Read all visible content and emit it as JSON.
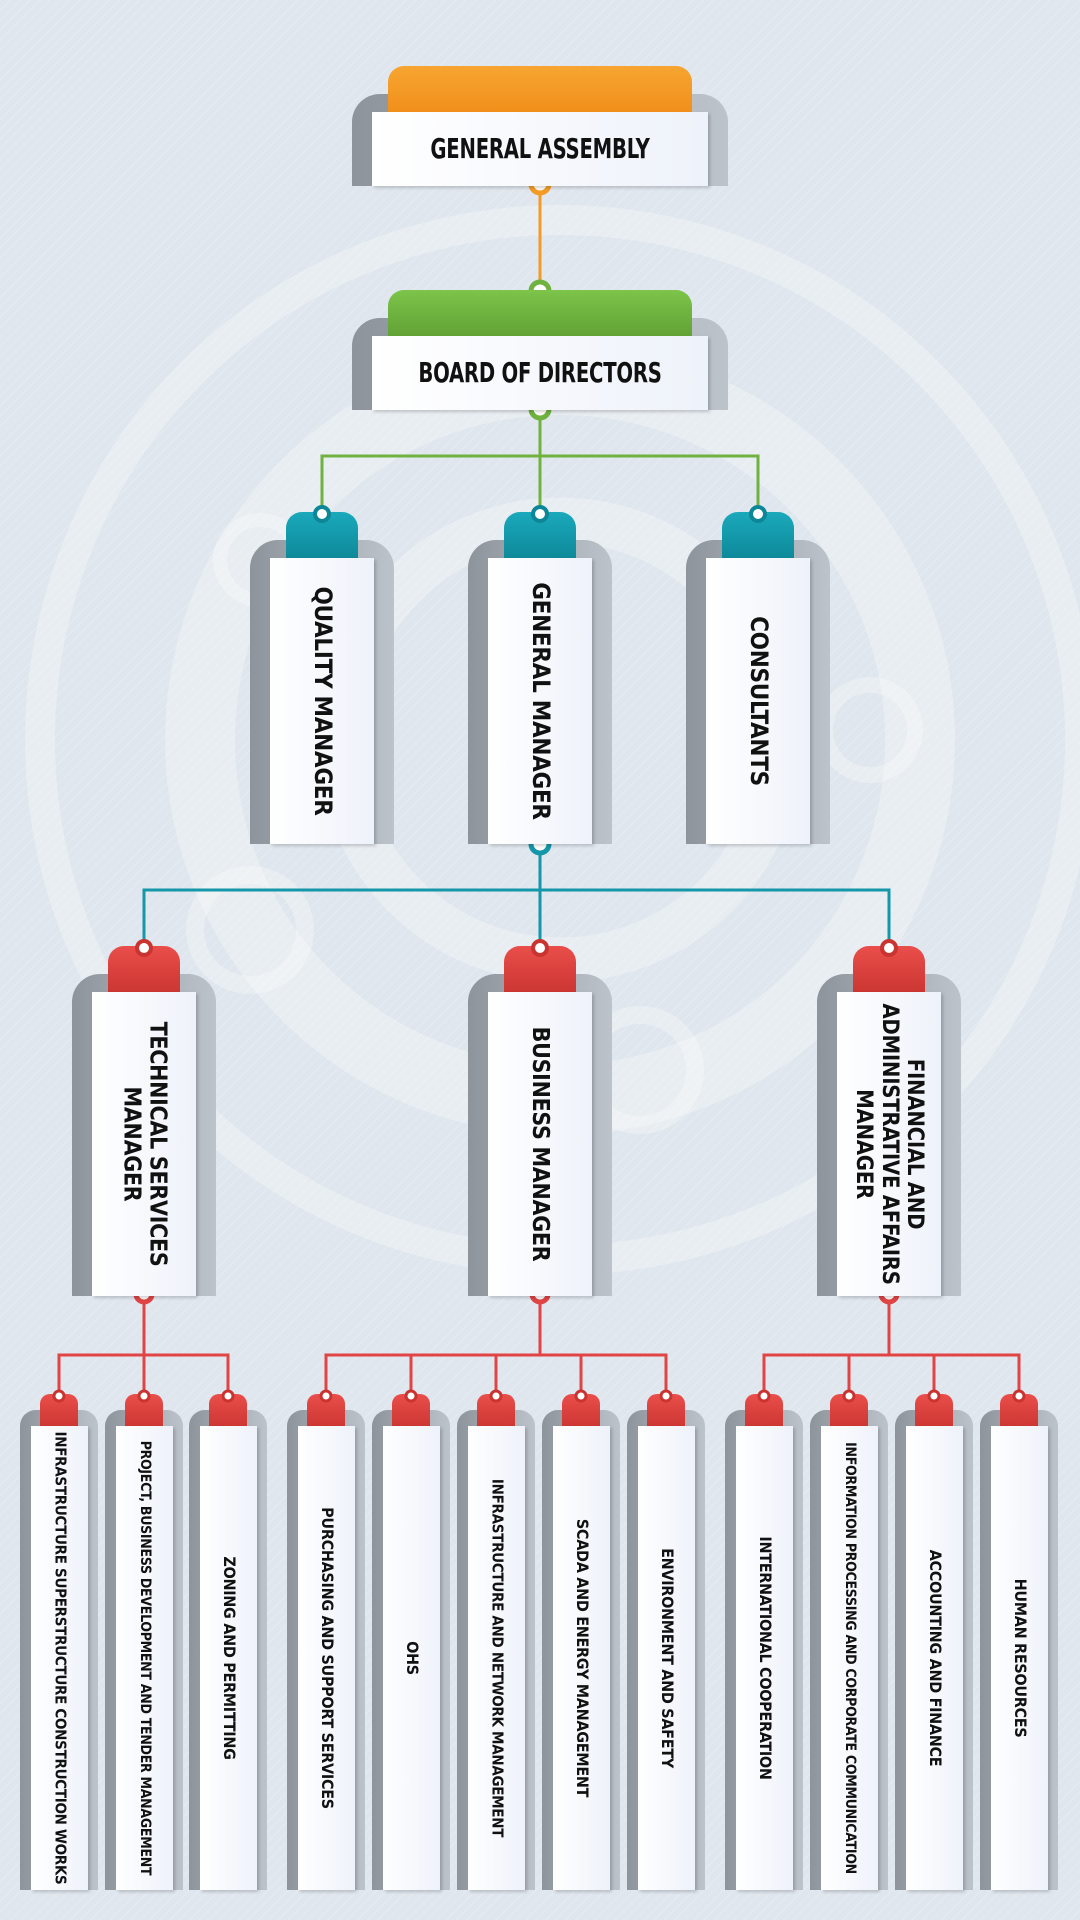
{
  "colors": {
    "orange": "#f49b26",
    "green": "#6fb23f",
    "teal": "#1497a9",
    "red": "#e04444"
  },
  "chart": {
    "level1": {
      "label": "GENERAL ASSEMBLY"
    },
    "level2": {
      "label": "BOARD OF DIRECTORS"
    },
    "level3": [
      {
        "label": "QUALITY MANAGER"
      },
      {
        "label": "GENERAL MANAGER"
      },
      {
        "label": "CONSULTANTS"
      }
    ],
    "level4": [
      {
        "label": "TECHNICAL SERVICES MANAGER"
      },
      {
        "label": "BUSINESS MANAGER"
      },
      {
        "label": "FINANCIAL AND ADMINISTRATIVE AFFAIRS MANAGER"
      }
    ],
    "level5": {
      "technical": [
        {
          "label": "INFRASTRUCTURE SUPERSTRUCTURE CONSTRUCTION WORKS"
        },
        {
          "label": "PROJECT, BUSINESS DEVELOPMENT AND TENDER MANAGEMENT"
        },
        {
          "label": "ZONING AND PERMITTING"
        }
      ],
      "business": [
        {
          "label": "PURCHASING AND SUPPORT SERVICES"
        },
        {
          "label": "OHS"
        },
        {
          "label": "INFRASTRUCTURE AND NETWORK MANAGEMENT"
        },
        {
          "label": "SCADA AND ENERGY MANAGEMENT"
        },
        {
          "label": "ENVIRONMENT AND SAFETY"
        }
      ],
      "financial": [
        {
          "label": "INTERNATIONAL COOPERATION"
        },
        {
          "label": "INFORMATION PROCESSING AND CORPORATE COMMUNICATION"
        },
        {
          "label": "ACCOUNTING AND FINANCE"
        },
        {
          "label": "HUMAN RESOURCES"
        }
      ]
    }
  }
}
